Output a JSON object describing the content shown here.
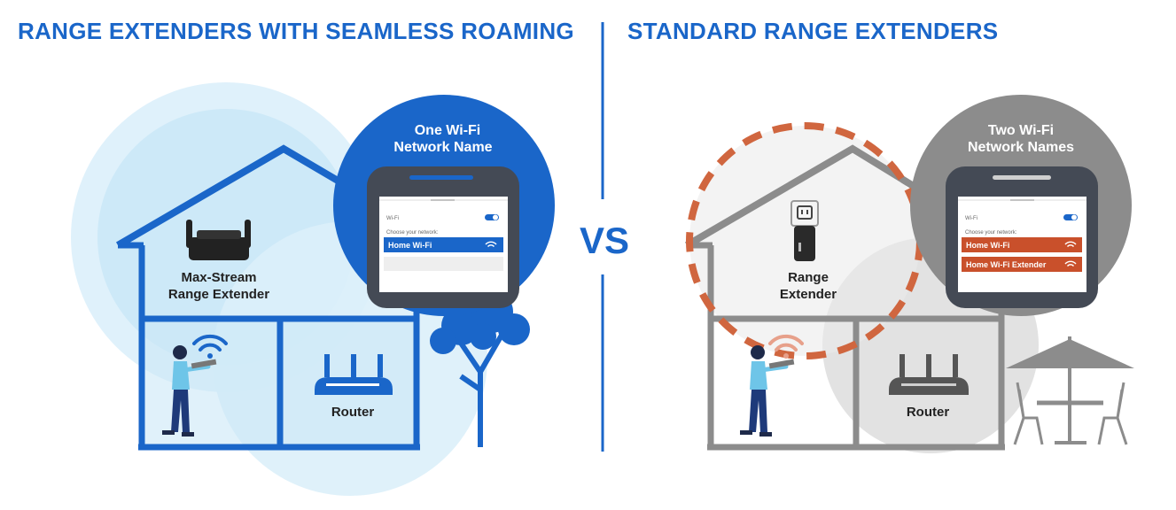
{
  "left": {
    "title": "RANGE EXTENDERS WITH SEAMLESS ROAMING",
    "bubble_line1": "One Wi-Fi",
    "bubble_line2": "Network Name",
    "phone_wifi_label": "Wi-Fi",
    "phone_choose": "Choose your network:",
    "network_1": "Home Wi-Fi",
    "extender_line1": "Max-Stream",
    "extender_line2": "Range Extender",
    "router_label": "Router",
    "accent_color": "#1a66c9",
    "coverage_color": "#cde9f8"
  },
  "vs_label": "VS",
  "right": {
    "title": "STANDARD RANGE EXTENDERS",
    "bubble_line1": "Two Wi-Fi",
    "bubble_line2": "Network Names",
    "phone_wifi_label": "Wi-Fi",
    "phone_choose": "Choose your network:",
    "network_1": "Home Wi-Fi",
    "network_2": "Home Wi-Fi Extender",
    "extender_line1": "Range",
    "extender_line2": "Extender",
    "router_label": "Router",
    "house_color": "#8c8c8c",
    "network_color": "#c9502b",
    "dashed_coverage_color": "#d0663f"
  }
}
